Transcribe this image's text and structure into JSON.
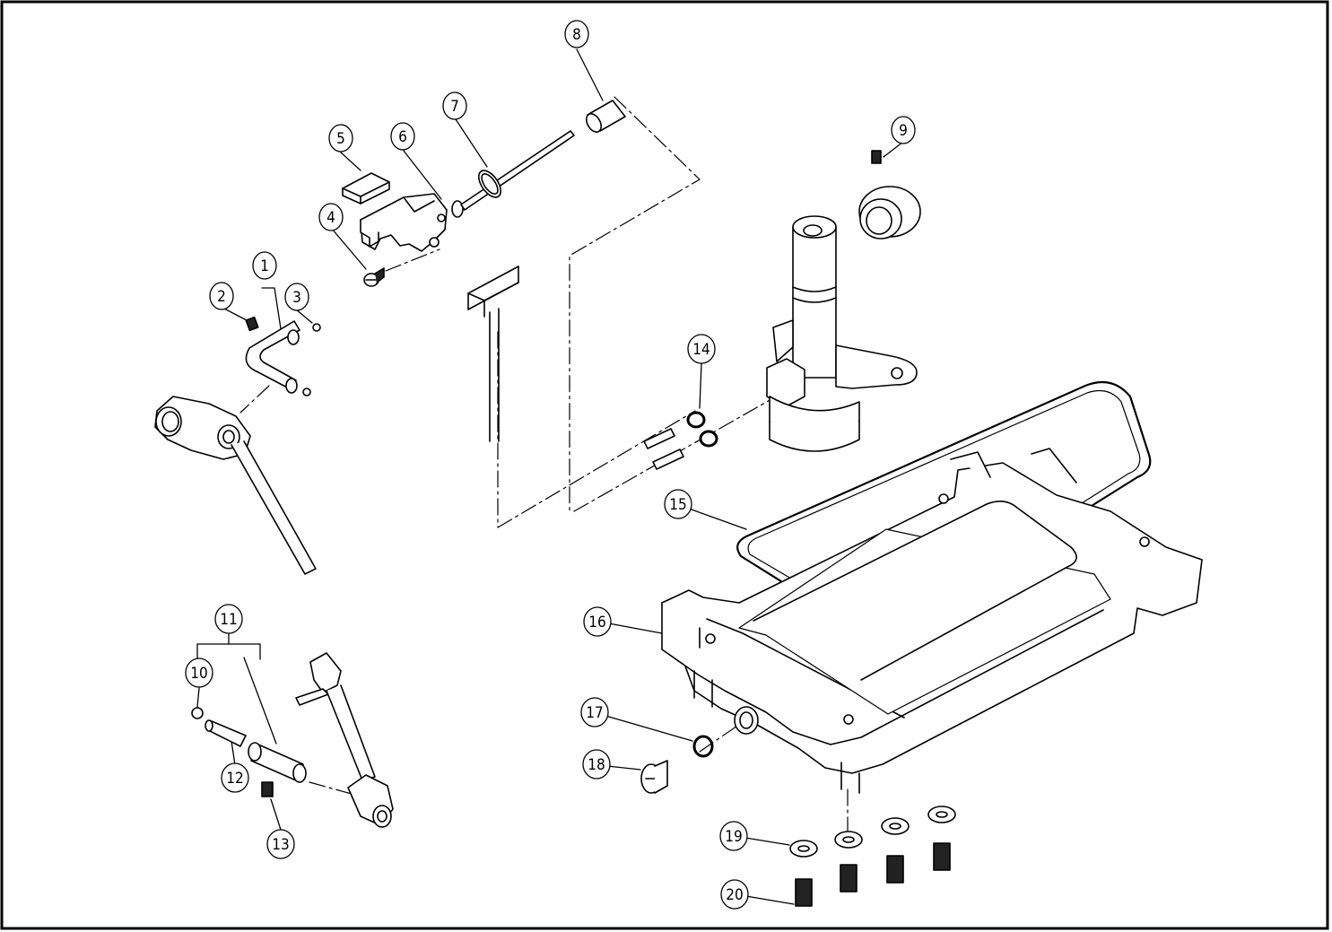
{
  "diagram": {
    "callouts": {
      "c1": "1",
      "c2": "2",
      "c3": "3",
      "c4": "4",
      "c5": "5",
      "c6": "6",
      "c7": "7",
      "c8": "8",
      "c9": "9",
      "c10": "10",
      "c11": "11",
      "c12": "12",
      "c13": "13",
      "c14": "14",
      "c15": "15",
      "c16": "16",
      "c17": "17",
      "c18": "18",
      "c19": "19",
      "c20": "20"
    },
    "colors": {
      "line": "#000000",
      "background": "#ffffff",
      "screw_fill": "#222222"
    }
  }
}
